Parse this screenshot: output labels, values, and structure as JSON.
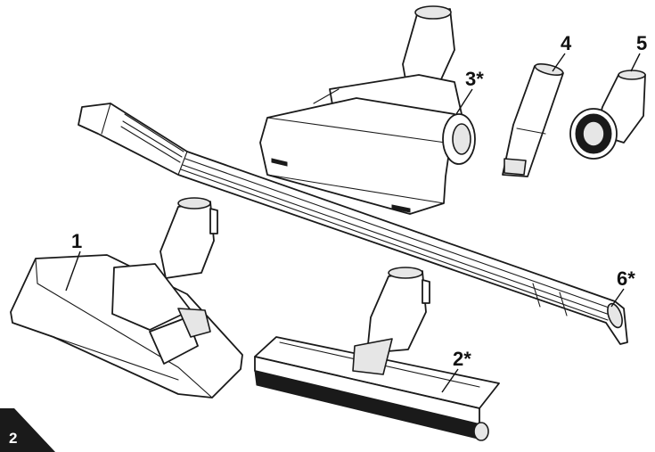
{
  "figure": {
    "number": "2"
  },
  "callouts": [
    {
      "id": "floor-nozzle",
      "label": "1"
    },
    {
      "id": "parquet-brush",
      "label": "2*"
    },
    {
      "id": "turbo-brush",
      "label": "3*"
    },
    {
      "id": "crevice-tool",
      "label": "4"
    },
    {
      "id": "dusting-brush",
      "label": "5"
    },
    {
      "id": "extension-tube",
      "label": "6*"
    }
  ],
  "colors": {
    "ink": "#1a1a1a",
    "badge": "#1a1a1a",
    "shade": "#e6e6e6"
  }
}
